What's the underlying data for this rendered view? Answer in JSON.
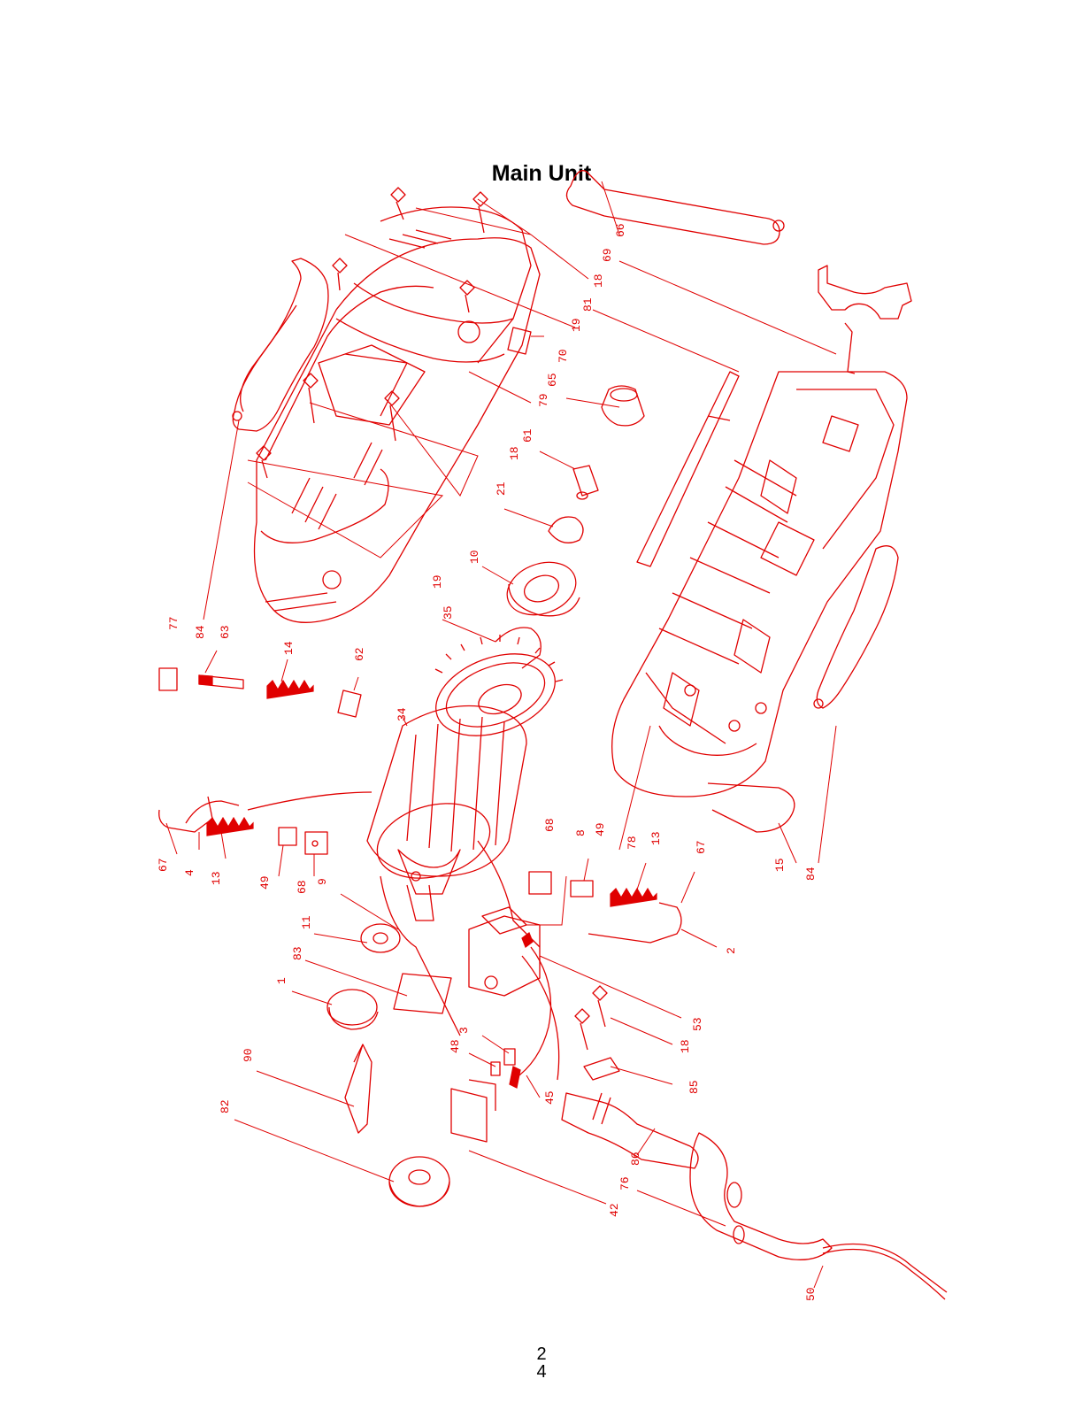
{
  "title": "Main Unit",
  "page_number": [
    "2",
    "4"
  ],
  "diagram": {
    "color": "#e00000",
    "part_labels": [
      "66",
      "69",
      "18",
      "19",
      "81",
      "70",
      "79",
      "65",
      "18",
      "61",
      "21",
      "10",
      "19",
      "35",
      "77",
      "84",
      "63",
      "14",
      "62",
      "34",
      "67",
      "4",
      "13",
      "49",
      "68",
      "9",
      "11",
      "83",
      "1",
      "68",
      "8",
      "49",
      "13",
      "67",
      "78",
      "15",
      "84",
      "2",
      "53",
      "18",
      "3",
      "48",
      "85",
      "45",
      "90",
      "86",
      "82",
      "42",
      "76",
      "50"
    ]
  }
}
